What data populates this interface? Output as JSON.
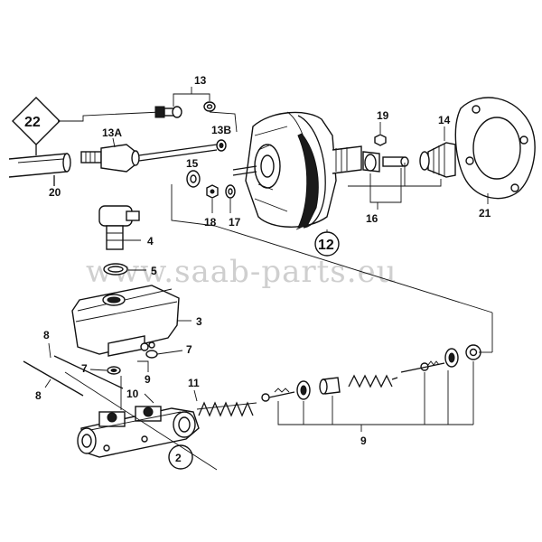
{
  "watermark": "www.saab-parts.eu",
  "callouts": {
    "c22": "22",
    "c20": "20",
    "c13": "13",
    "c13a": "13A",
    "c13b": "13B",
    "c19": "19",
    "c14": "14",
    "c15": "15",
    "c18": "18",
    "c17": "17",
    "c16": "16",
    "c21": "21",
    "c12": "12",
    "c4": "4",
    "c5": "5",
    "c3": "3",
    "c8a": "8",
    "c7a": "7",
    "c7b": "7",
    "c8b": "8",
    "c9a": "9",
    "c10": "10",
    "c11": "11",
    "c2": "2",
    "c9b": "9"
  }
}
